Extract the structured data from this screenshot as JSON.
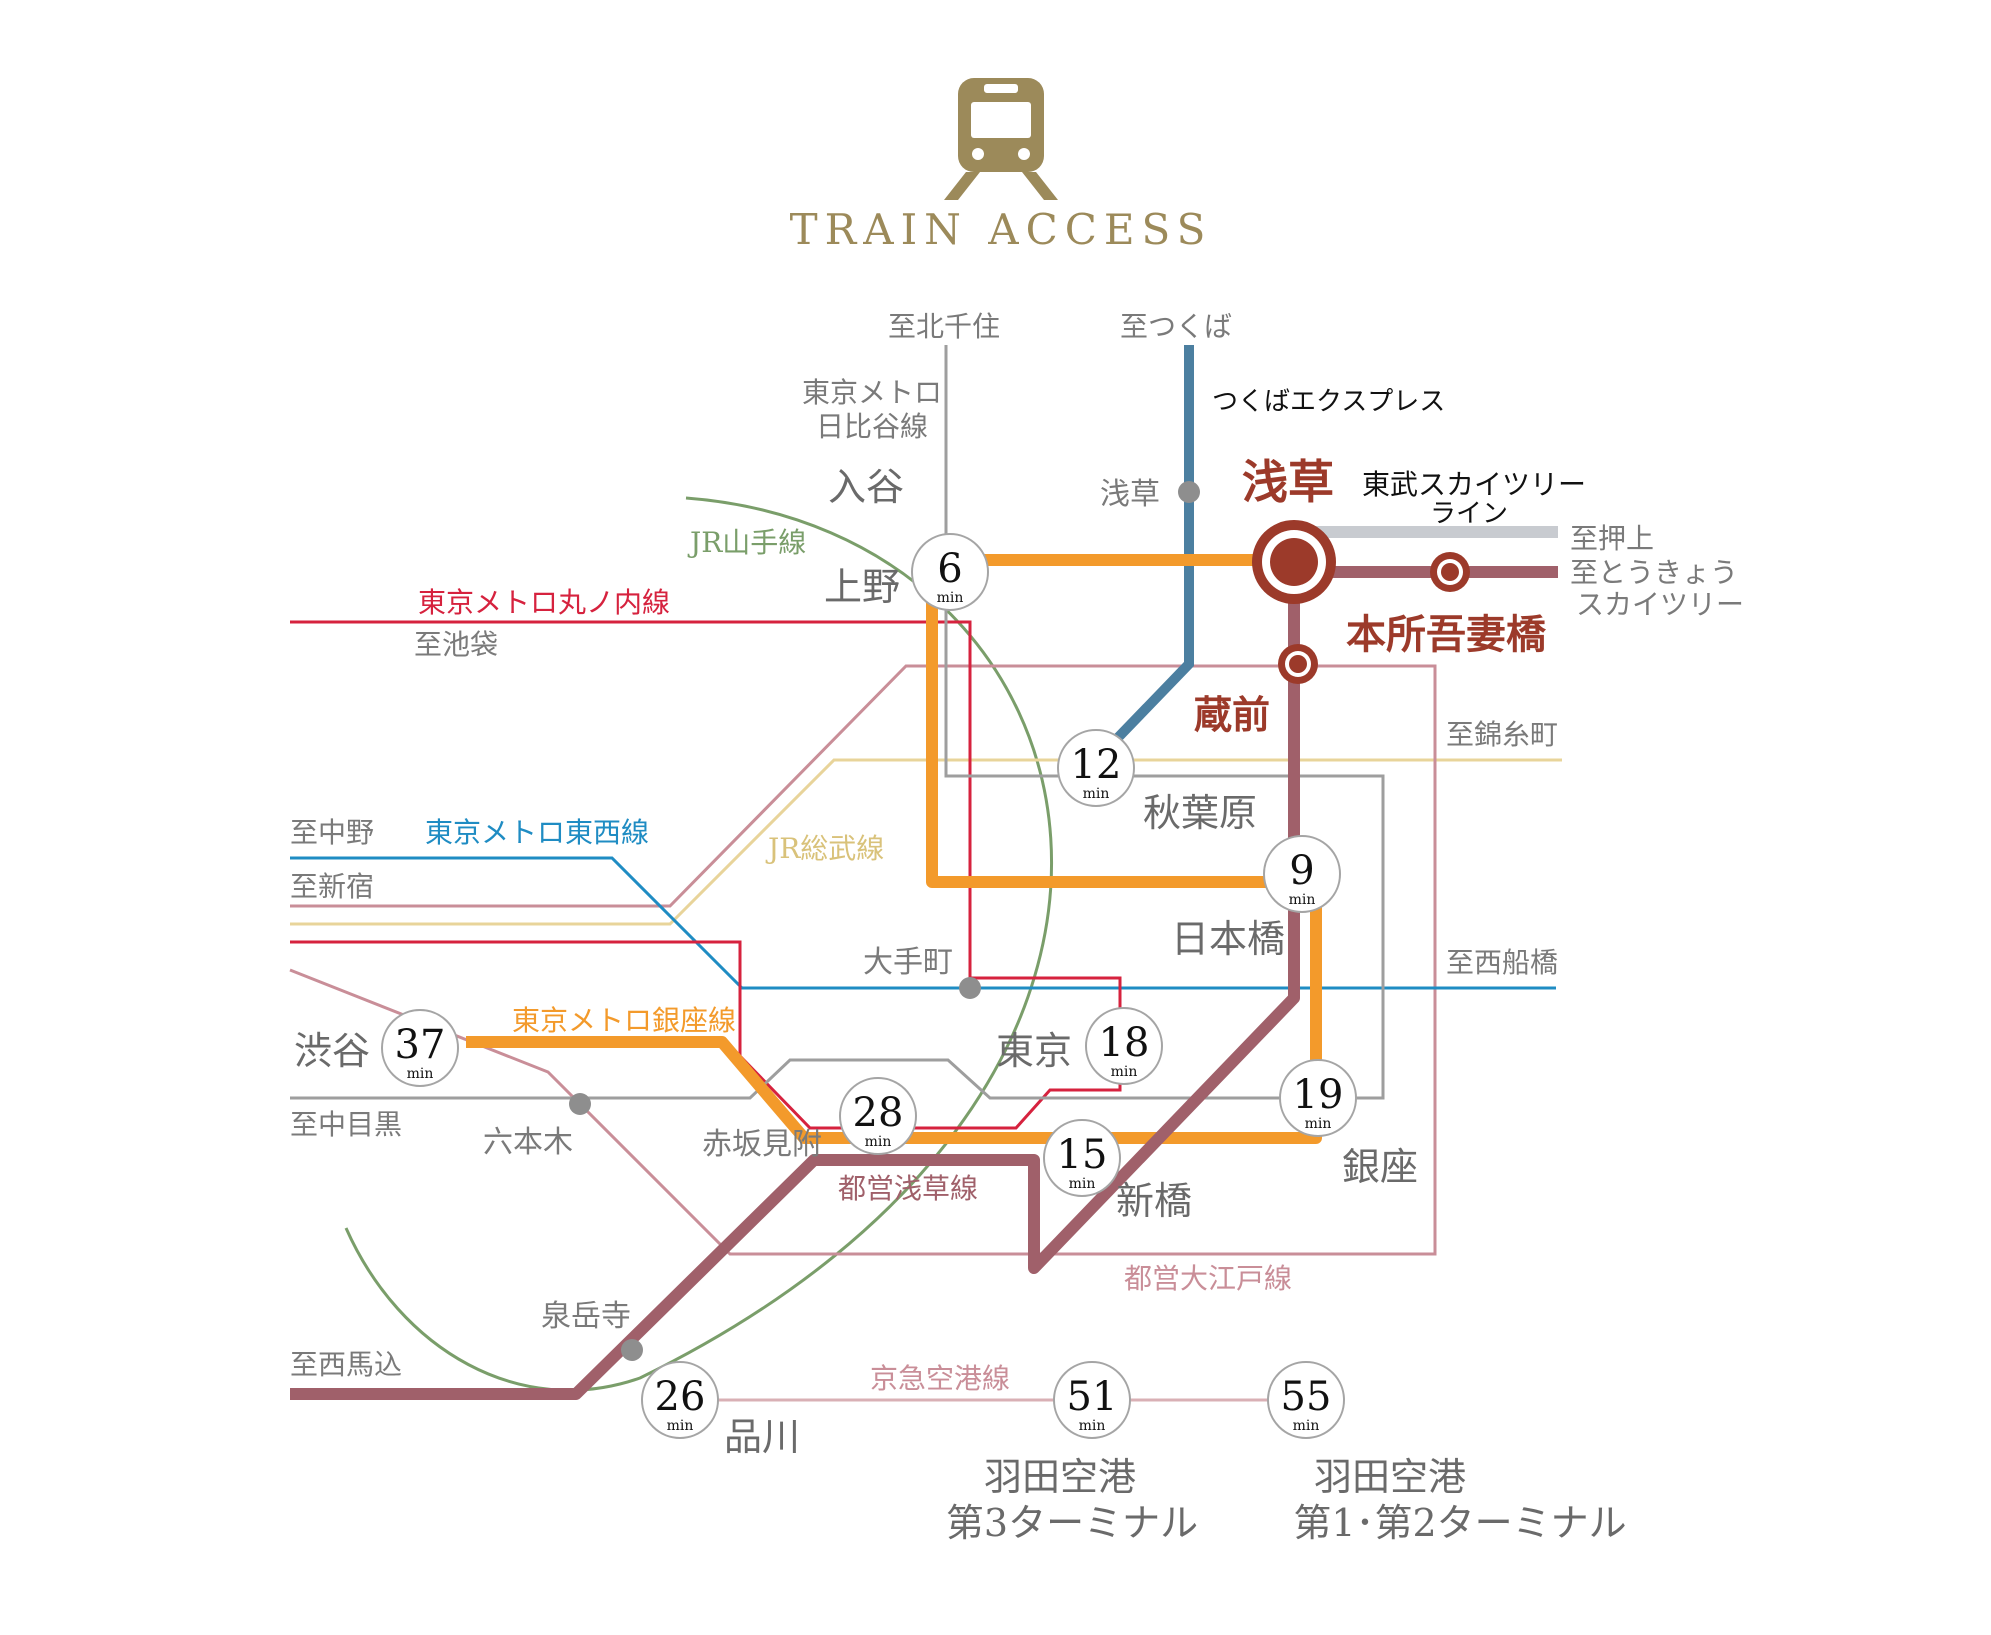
{
  "header": {
    "title": "TRAIN ACCESS",
    "icon": "train-icon",
    "color": "#9c8a5a"
  },
  "colors": {
    "ginza": "#f39a2b",
    "asakusa": "#a0606a",
    "tsukuba": "#4c7fa0",
    "yamanote": "#7a9e6a",
    "marunouchi": "#d6223e",
    "tozai": "#1f8cc3",
    "sobu": "#e8d49a",
    "oedo": "#c98e98",
    "hibiya": "#9e9e9e",
    "skytree": "#c8cbd0",
    "keikyu": "#d9b0b5",
    "station_brown": "#9c3a2a"
  },
  "lines": {
    "tsukuba": "つくばエクスプレス",
    "skytree_1": "東武スカイツリー",
    "skytree_2": "ライン",
    "yamanote": "JR山手線",
    "marunouchi": "東京メトロ丸ノ内線",
    "tozai": "東京メトロ東西線",
    "sobu": "JR総武線",
    "ginza": "東京メトロ銀座線",
    "asakusa": "都営浅草線",
    "oedo": "都営大江戸線",
    "keikyu": "京急空港線",
    "hibiya_1": "東京メトロ",
    "hibiya_2": "日比谷線"
  },
  "directions": {
    "kitasenju": "至北千住",
    "tsukuba": "至つくば",
    "oshiage": "至押上",
    "tokyo_skytree_1": "至とうきょう",
    "tokyo_skytree_2": "スカイツリー",
    "ikebukuro": "至池袋",
    "nakano": "至中野",
    "shinjuku": "至新宿",
    "kinshicho": "至錦糸町",
    "nishifunabashi": "至西船橋",
    "nakameguro": "至中目黒",
    "nishimagome": "至西馬込"
  },
  "stations": {
    "iriya": "入谷",
    "ueno": "上野",
    "asakusa_tx": "浅草",
    "asakusa": "浅草",
    "honjo_azumabashi": "本所吾妻橋",
    "kuramae": "蔵前",
    "akihabara": "秋葉原",
    "nihonbashi": "日本橋",
    "otemachi": "大手町",
    "tokyo": "東京",
    "shibuya": "渋谷",
    "roppongi": "六本木",
    "akasaka_mitsuke": "赤坂見附",
    "ginza": "銀座",
    "shimbashi": "新橋",
    "sengakuji": "泉岳寺",
    "shinagawa": "品川",
    "haneda_t3_1": "羽田空港",
    "haneda_t3_2": "第3ターミナル",
    "haneda_t12_1": "羽田空港",
    "haneda_t12_2": "第1･第2ターミナル"
  },
  "travel_times": {
    "unit": "min",
    "ueno": "6",
    "akihabara": "12",
    "nihonbashi": "9",
    "tokyo": "18",
    "ginza": "19",
    "shimbashi": "15",
    "akasaka_mitsuke": "28",
    "shibuya": "37",
    "shinagawa": "26",
    "haneda_t3": "51",
    "haneda_t12": "55"
  }
}
